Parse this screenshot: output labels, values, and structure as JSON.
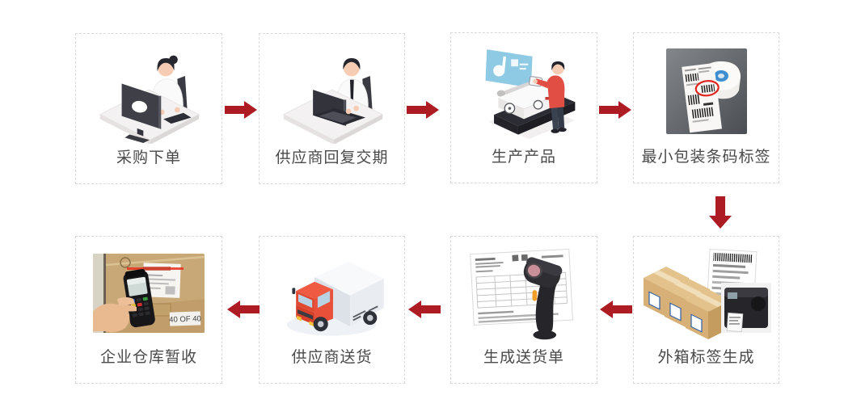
{
  "colors": {
    "background": "#ffffff",
    "arrow": "#ae1c23",
    "label_text": "#4a4a4a",
    "box_border": "#d9d9d9"
  },
  "steps": [
    {
      "label": "采购下单",
      "icon": "buyer-at-desktop-illustration"
    },
    {
      "label": "供应商回复交期",
      "icon": "supplier-at-laptop-illustration"
    },
    {
      "label": "生产产品",
      "icon": "production-machine-illustration"
    },
    {
      "label": "最小包装条码标签",
      "icon": "barcode-label-roll-photo"
    },
    {
      "label": "外箱标签生成",
      "icon": "carton-boxes-label-printer-illustration"
    },
    {
      "label": "生成送货单",
      "icon": "delivery-note-barcode-scanner-illustration"
    },
    {
      "label": "供应商送货",
      "icon": "delivery-truck-illustration"
    },
    {
      "label": "企业仓库暂收",
      "icon": "warehouse-handheld-scanning-photo",
      "photo_text": "40 OF 40"
    }
  ],
  "flow": {
    "arrows": [
      {
        "from": "采购下单",
        "to": "供应商回复交期",
        "direction": "right"
      },
      {
        "from": "供应商回复交期",
        "to": "生产产品",
        "direction": "right"
      },
      {
        "from": "生产产品",
        "to": "最小包装条码标签",
        "direction": "right"
      },
      {
        "from": "最小包装条码标签",
        "to": "外箱标签生成",
        "direction": "down"
      },
      {
        "from": "外箱标签生成",
        "to": "生成送货单",
        "direction": "left"
      },
      {
        "from": "生成送货单",
        "to": "供应商送货",
        "direction": "left"
      },
      {
        "from": "供应商送货",
        "to": "企业仓库暂收",
        "direction": "left"
      }
    ]
  }
}
